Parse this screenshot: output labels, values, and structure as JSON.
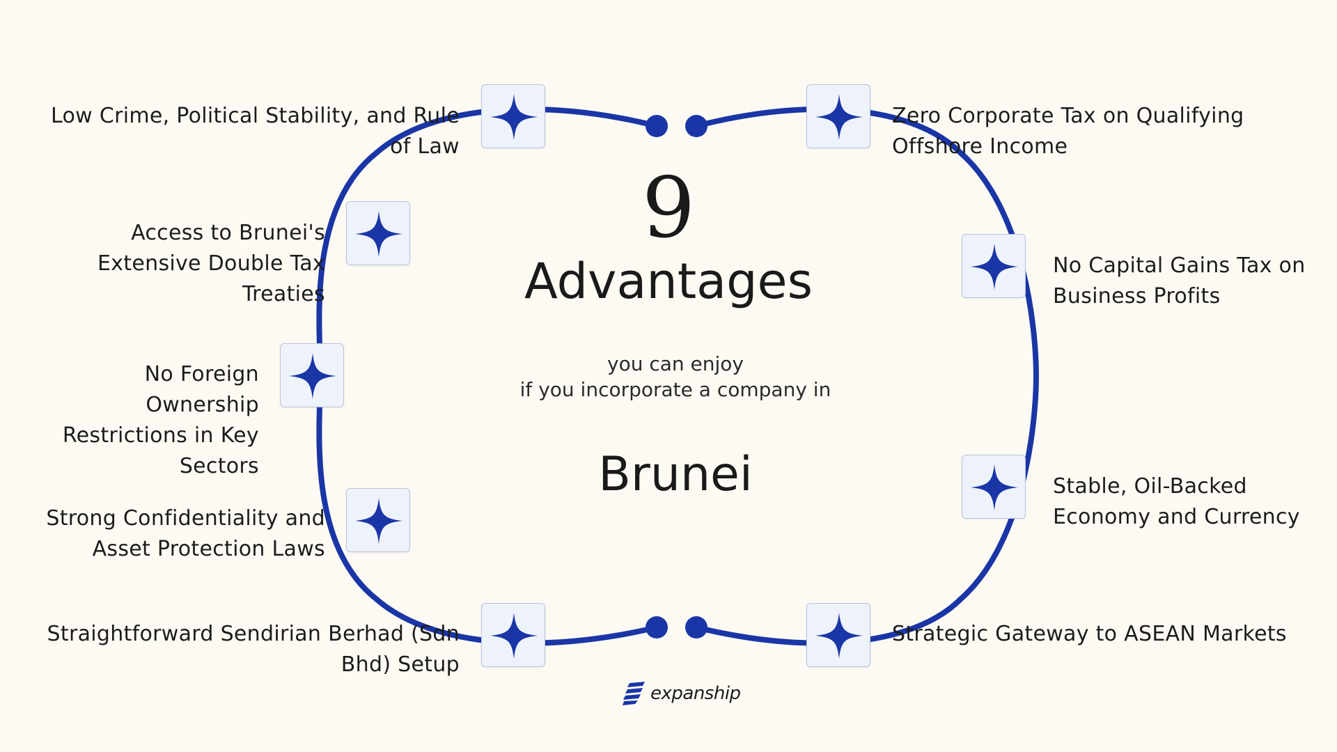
{
  "center": {
    "number": "9",
    "headline": "Advantages",
    "subtitle_line1": "you can enjoy",
    "subtitle_line2": "if you incorporate a company in",
    "country": "Brunei"
  },
  "advantages": [
    {
      "label": "Low Crime, Political Stability, and Rule of Law",
      "icon": "sparkle-icon"
    },
    {
      "label": "Access to Brunei's Extensive Double Tax Treaties",
      "icon": "sparkle-icon"
    },
    {
      "label": "No Foreign Ownership Restrictions in Key Sectors",
      "icon": "sparkle-icon"
    },
    {
      "label": "Strong Confidentiality and Asset Protection Laws",
      "icon": "sparkle-icon"
    },
    {
      "label": "Straightforward Sendirian Berhad (Sdn Bhd) Setup",
      "icon": "sparkle-icon"
    },
    {
      "label": "Zero Corporate Tax on Qualifying Offshore Income",
      "icon": "sparkle-icon"
    },
    {
      "label": "No Capital Gains Tax on Business Profits",
      "icon": "sparkle-icon"
    },
    {
      "label": "Stable, Oil-Backed Economy and Currency",
      "icon": "sparkle-icon"
    },
    {
      "label": "Strategic Gateway to ASEAN Markets",
      "icon": "sparkle-icon"
    }
  ],
  "brand": {
    "name": "expanship",
    "icon": "expanship-logo-icon"
  },
  "colors": {
    "background": "#fdfaf3",
    "accent": "#1a36a6",
    "node_fill": "#eef2fb",
    "node_border": "#b8c3dd",
    "text": "#1c1c1c"
  }
}
